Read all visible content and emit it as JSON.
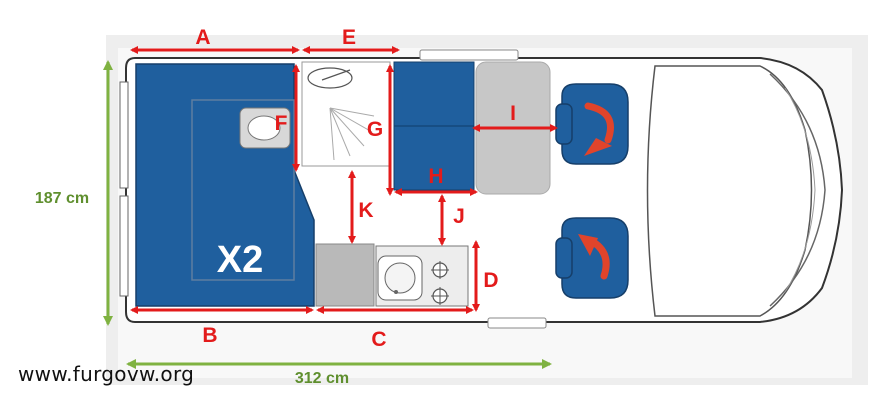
{
  "dimension_letters": {
    "A": "A",
    "B": "B",
    "C": "C",
    "D": "D",
    "E": "E",
    "F": "F",
    "G": "G",
    "H": "H",
    "I": "I",
    "J": "J",
    "K": "K"
  },
  "height_label": "187 cm",
  "length_label": "312 cm",
  "bed_model": "X2",
  "watermark": "www.furgovw.org",
  "colors": {
    "bed_blue": "#1f5f9e",
    "dimension_red": "#e31b1b",
    "outer_green": "#7fb241",
    "seat_grey": "#c7c7c7",
    "swivel_arrow": "#e0442b"
  },
  "icons": [
    "swivel-seat-icon",
    "sink-icon",
    "shower-icon",
    "stove-burner-icon"
  ]
}
